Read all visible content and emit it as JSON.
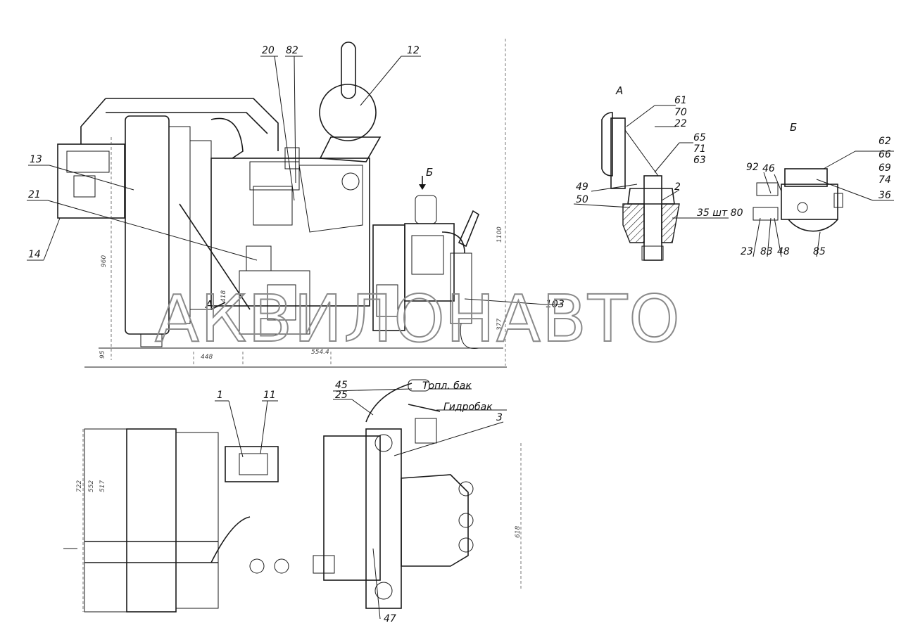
{
  "labels": {
    "n1": "1",
    "n2": "2",
    "n3": "3",
    "n11": "11",
    "n12": "12",
    "n13": "13",
    "n14": "14",
    "n20": "20",
    "n21": "21",
    "n22": "22",
    "n23": "23",
    "n25": "25",
    "n35": "35 шт 80",
    "n36": "36",
    "n45": "45",
    "n46": "46",
    "n47": "47",
    "n48": "48",
    "n49": "49",
    "n50": "50",
    "n61": "61",
    "n62": "62",
    "n63": "63",
    "n65": "65",
    "n66": "66",
    "n69": "69",
    "n70": "70",
    "n71": "71",
    "n74": "74",
    "n82": "82",
    "n83": "83",
    "n85": "85",
    "n92": "92",
    "n103": "103"
  },
  "views": {
    "a": "А",
    "b": "Б",
    "arrow_a": "А",
    "arrow_b": "Б"
  },
  "callouts": {
    "fuel_tank": "Топл. бак",
    "hydro_tank": "Гидробак"
  },
  "dimensions": {
    "d960": "960",
    "d1100": "1100",
    "d377": "377",
    "d418": "418",
    "d448": "448",
    "d554": "554.4",
    "d95": "95",
    "d722": "722",
    "d552": "552",
    "d517": "517",
    "d618": "618"
  },
  "watermark": "АКВИЛОНАВТО"
}
